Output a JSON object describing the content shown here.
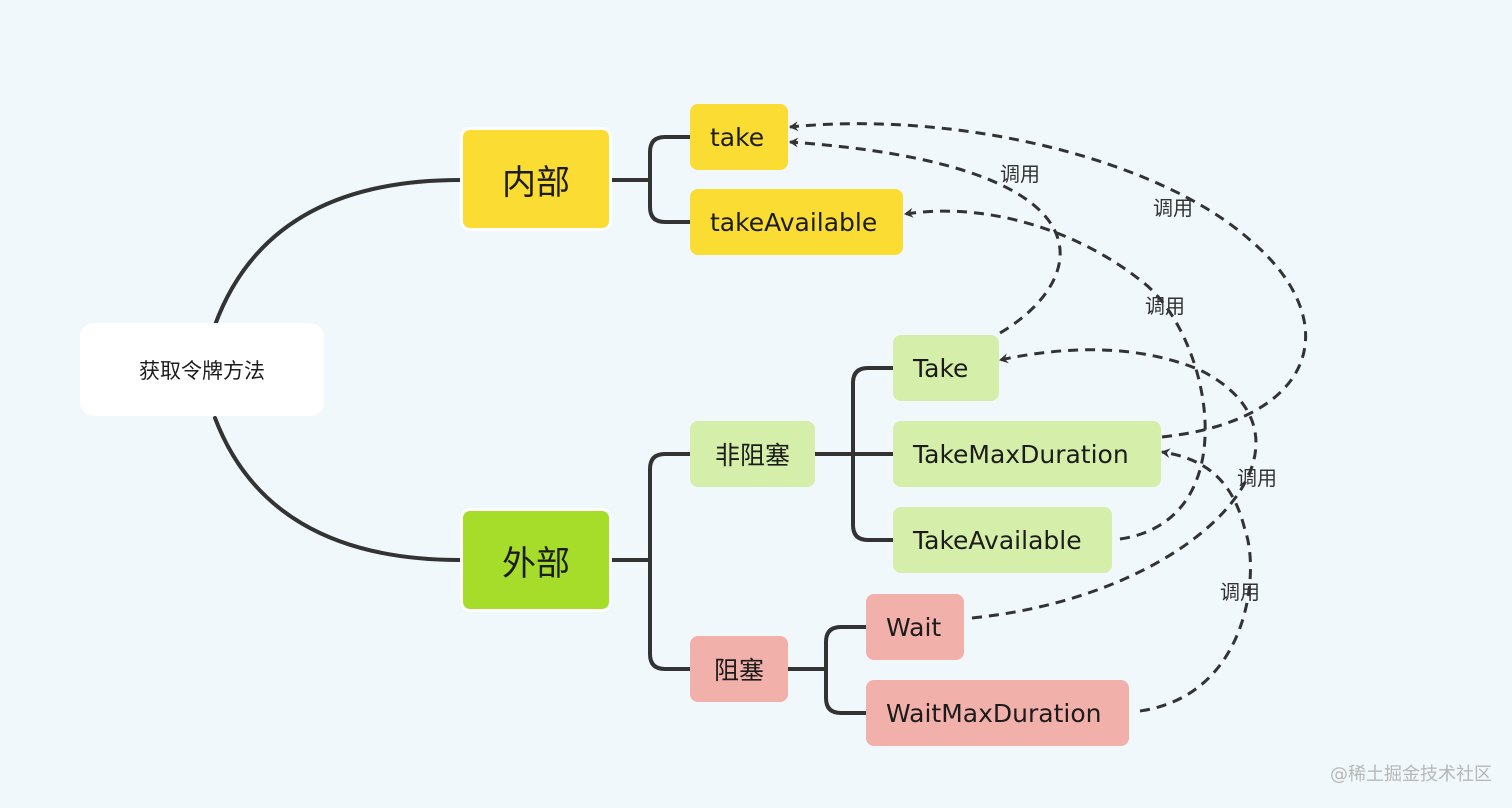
{
  "diagram": {
    "root": {
      "label": "获取令牌方法"
    },
    "internal": {
      "label": "内部",
      "children": [
        "take",
        "takeAvailable"
      ]
    },
    "external": {
      "label": "外部",
      "non_blocking": {
        "label": "非阻塞",
        "children": [
          "Take",
          "TakeMaxDuration",
          "TakeAvailable"
        ]
      },
      "blocking": {
        "label": "阻塞",
        "children": [
          "Wait",
          "WaitMaxDuration"
        ]
      }
    },
    "call_label": "调用",
    "calls": [
      {
        "from": "Take",
        "to": "take",
        "label": "调用"
      },
      {
        "from": "TakeMaxDuration",
        "to": "take",
        "label": "调用"
      },
      {
        "from": "TakeAvailable",
        "to": "takeAvailable",
        "label": "调用"
      },
      {
        "from": "Wait",
        "to": "Take",
        "label": "调用"
      },
      {
        "from": "WaitMaxDuration",
        "to": "TakeMaxDuration",
        "label": "调用"
      }
    ]
  },
  "colors": {
    "internal": "#fadc33",
    "internal_leaf": "#fadc33",
    "external": "#a6dd2a",
    "non_blocking": "#d5eeaa",
    "blocking": "#f2b0aa",
    "connector": "#333333"
  },
  "watermark": "@稀土掘金技术社区"
}
